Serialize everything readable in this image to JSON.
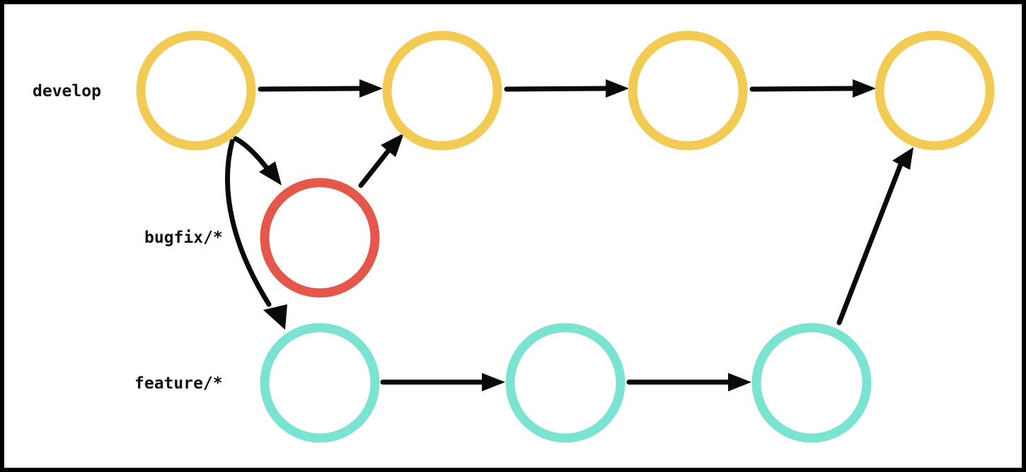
{
  "branches": [
    {
      "label": "develop"
    },
    {
      "label": "bugfix/*"
    },
    {
      "label": "feature/*"
    }
  ],
  "colors": {
    "develop": "#F2CB55",
    "bugfix": "#E5574B",
    "feature": "#7BE3D1",
    "arrow": "#0a0a0a",
    "frame": "#000000",
    "background": "#FFFFFF"
  },
  "nodes": [
    {
      "id": "d1",
      "branch": "develop"
    },
    {
      "id": "d2",
      "branch": "develop"
    },
    {
      "id": "d3",
      "branch": "develop"
    },
    {
      "id": "d4",
      "branch": "develop"
    },
    {
      "id": "b1",
      "branch": "bugfix"
    },
    {
      "id": "f1",
      "branch": "feature"
    },
    {
      "id": "f2",
      "branch": "feature"
    },
    {
      "id": "f3",
      "branch": "feature"
    }
  ],
  "edges": [
    {
      "from": "d1",
      "to": "d2"
    },
    {
      "from": "d2",
      "to": "d3"
    },
    {
      "from": "d3",
      "to": "d4"
    },
    {
      "from": "d1",
      "to": "b1"
    },
    {
      "from": "b1",
      "to": "d2"
    },
    {
      "from": "d1",
      "to": "f1"
    },
    {
      "from": "f1",
      "to": "f2"
    },
    {
      "from": "f2",
      "to": "f3"
    },
    {
      "from": "f3",
      "to": "d4"
    }
  ]
}
